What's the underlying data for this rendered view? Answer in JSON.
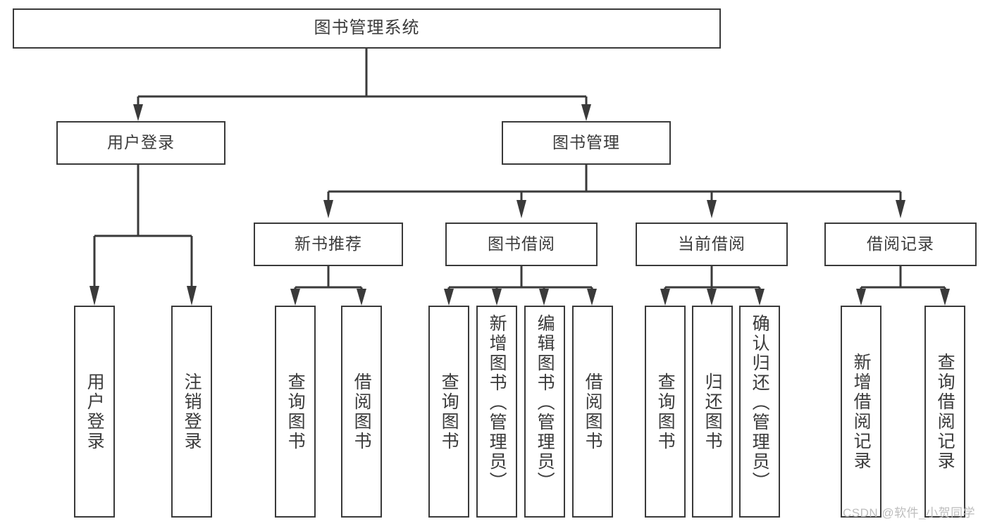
{
  "diagram": {
    "title": "图书管理系统",
    "type": "hierarchy-tree",
    "watermark": "CSDN @软件_小贺同学",
    "colors": {
      "border": "#3a3a3a",
      "text": "#3b3b3b",
      "background": "#ffffff",
      "watermark": "#bdbdbd"
    },
    "nodes": {
      "root": "图书管理系统",
      "level1": [
        "用户登录",
        "图书管理"
      ],
      "level2": [
        "新书推荐",
        "图书借阅",
        "当前借阅",
        "借阅记录"
      ],
      "leaves": {
        "user_login": [
          "用户登录",
          "注销登录"
        ],
        "new_book_recommend": [
          "查询图书",
          "借阅图书"
        ],
        "book_borrow": [
          "查询图书",
          "新增图书（管理员）",
          "编辑图书（管理员）",
          "借阅图书"
        ],
        "current_borrow": [
          "查询图书",
          "归还图书",
          "确认归还（管理员）"
        ],
        "borrow_record": [
          "新增借阅记录",
          "查询借阅记录"
        ]
      }
    }
  }
}
